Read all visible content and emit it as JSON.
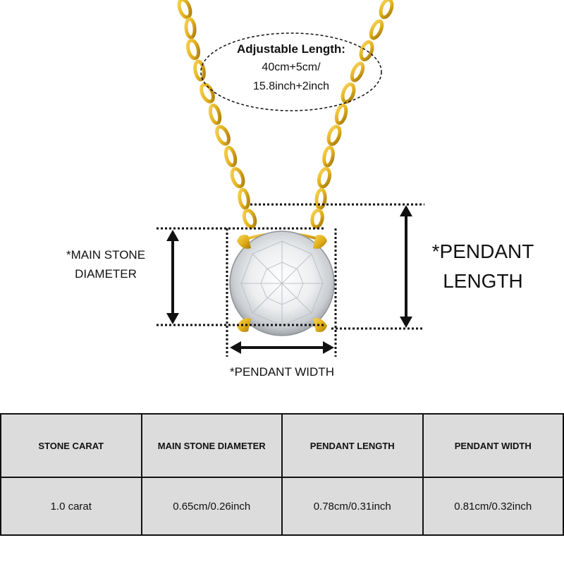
{
  "callout": {
    "title": "Adjustable Length:",
    "line1": "40cm+5cm/",
    "line2": "15.8inch+2inch"
  },
  "labels": {
    "stone_diameter": "*MAIN STONE DIAMETER",
    "pendant_length": "*PENDANT LENGTH",
    "pendant_width": "*PENDANT WIDTH"
  },
  "table": {
    "headers": [
      "STONE CARAT",
      "MAIN STONE DIAMETER",
      "PENDANT LENGTH",
      "PENDANT WIDTH"
    ],
    "values": [
      "1.0 carat",
      "0.65cm/0.26inch",
      "0.78cm/0.31inch",
      "0.81cm/0.32inch"
    ]
  },
  "colors": {
    "gold": "#e3b21c",
    "table_bg": "#dcdcdc"
  }
}
